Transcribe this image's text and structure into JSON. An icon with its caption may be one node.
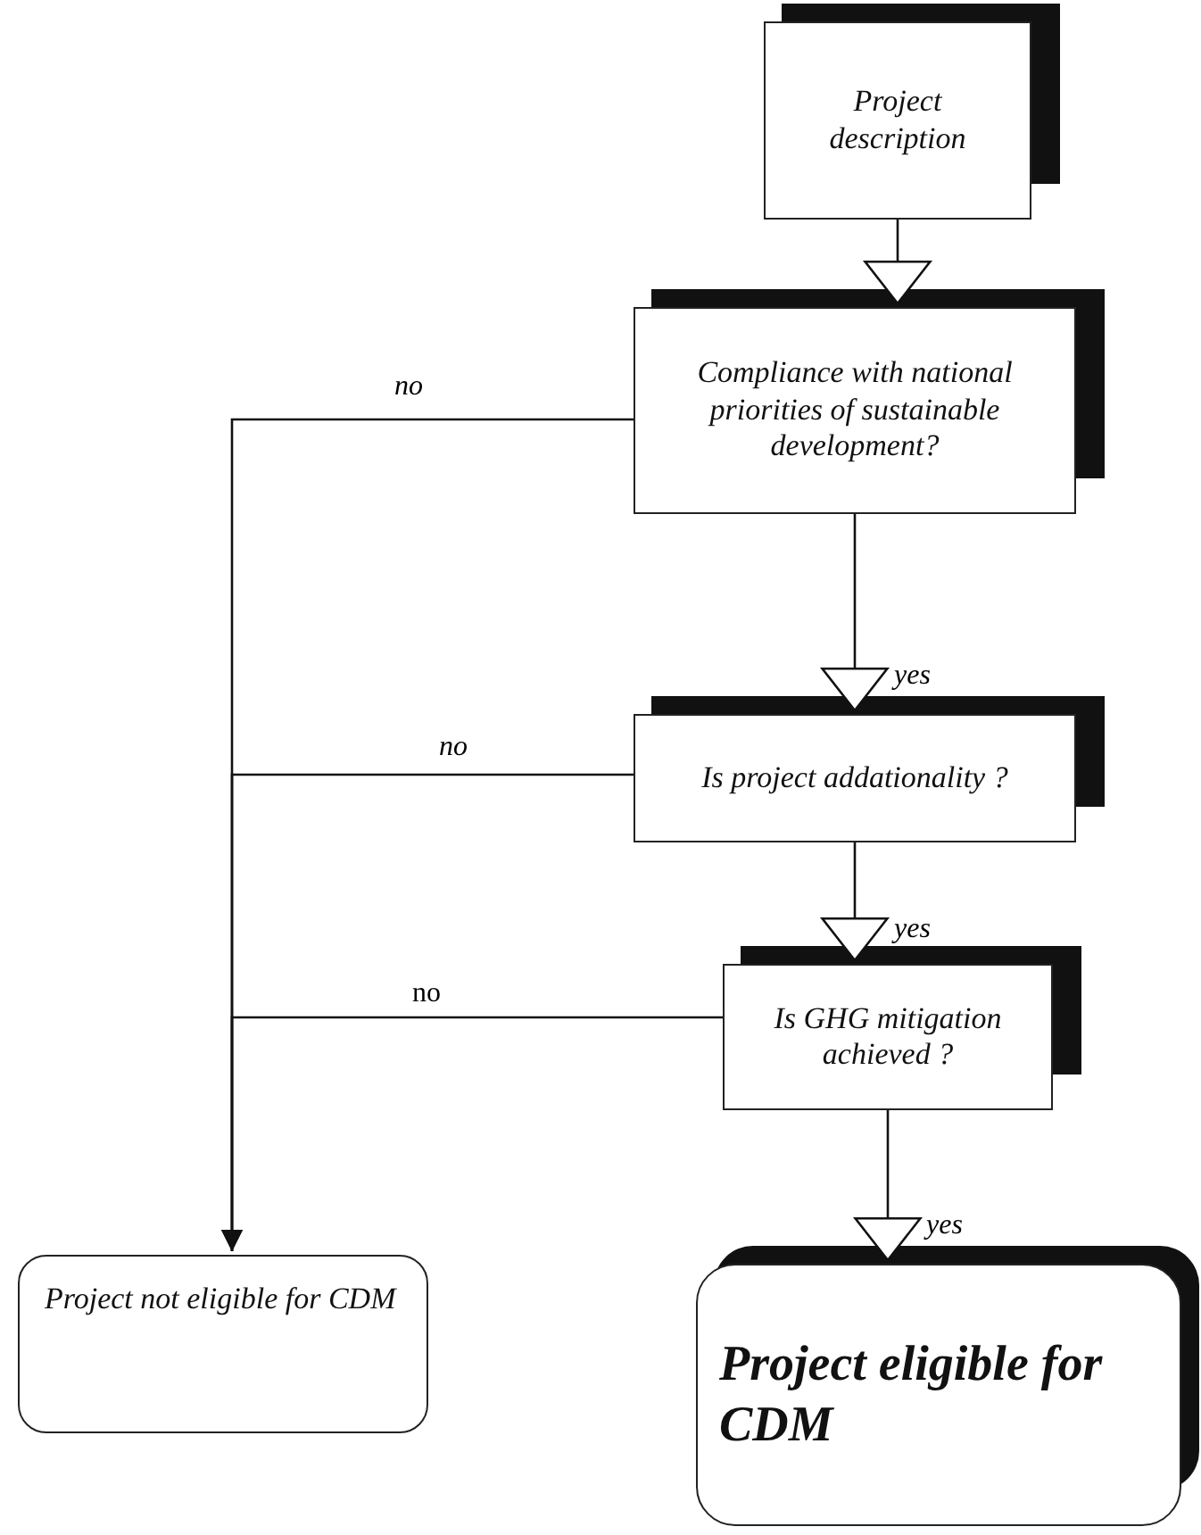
{
  "diagram": {
    "nodes": [
      {
        "text": [
          "Project description"
        ]
      },
      {
        "text": [
          "Compliance with national priorities of sustainable development?"
        ]
      },
      {
        "text": [
          "Is project  addationality ?"
        ]
      },
      {
        "text": [
          "Is GHG  mitigation achieved ?"
        ]
      },
      {
        "text": [
          "Project not eligible for CDM"
        ]
      },
      {
        "text": [
          "Project eligible for CDM"
        ]
      }
    ],
    "edges": [
      {
        "from": 0,
        "to": 1,
        "arrow": "to"
      },
      {
        "from": 1,
        "to": 2,
        "arrow": "to",
        "label": "yes"
      },
      {
        "from": 2,
        "to": 3,
        "arrow": "to",
        "label": "yes"
      },
      {
        "from": 3,
        "to": 5,
        "arrow": "to",
        "label": "yes"
      },
      {
        "from": 1,
        "to": 4,
        "arrow": "to",
        "label": "no"
      },
      {
        "from": 2,
        "to": 4,
        "arrow": "to",
        "label": "no"
      },
      {
        "from": 3,
        "to": 4,
        "arrow": "to",
        "label": "no"
      }
    ]
  }
}
